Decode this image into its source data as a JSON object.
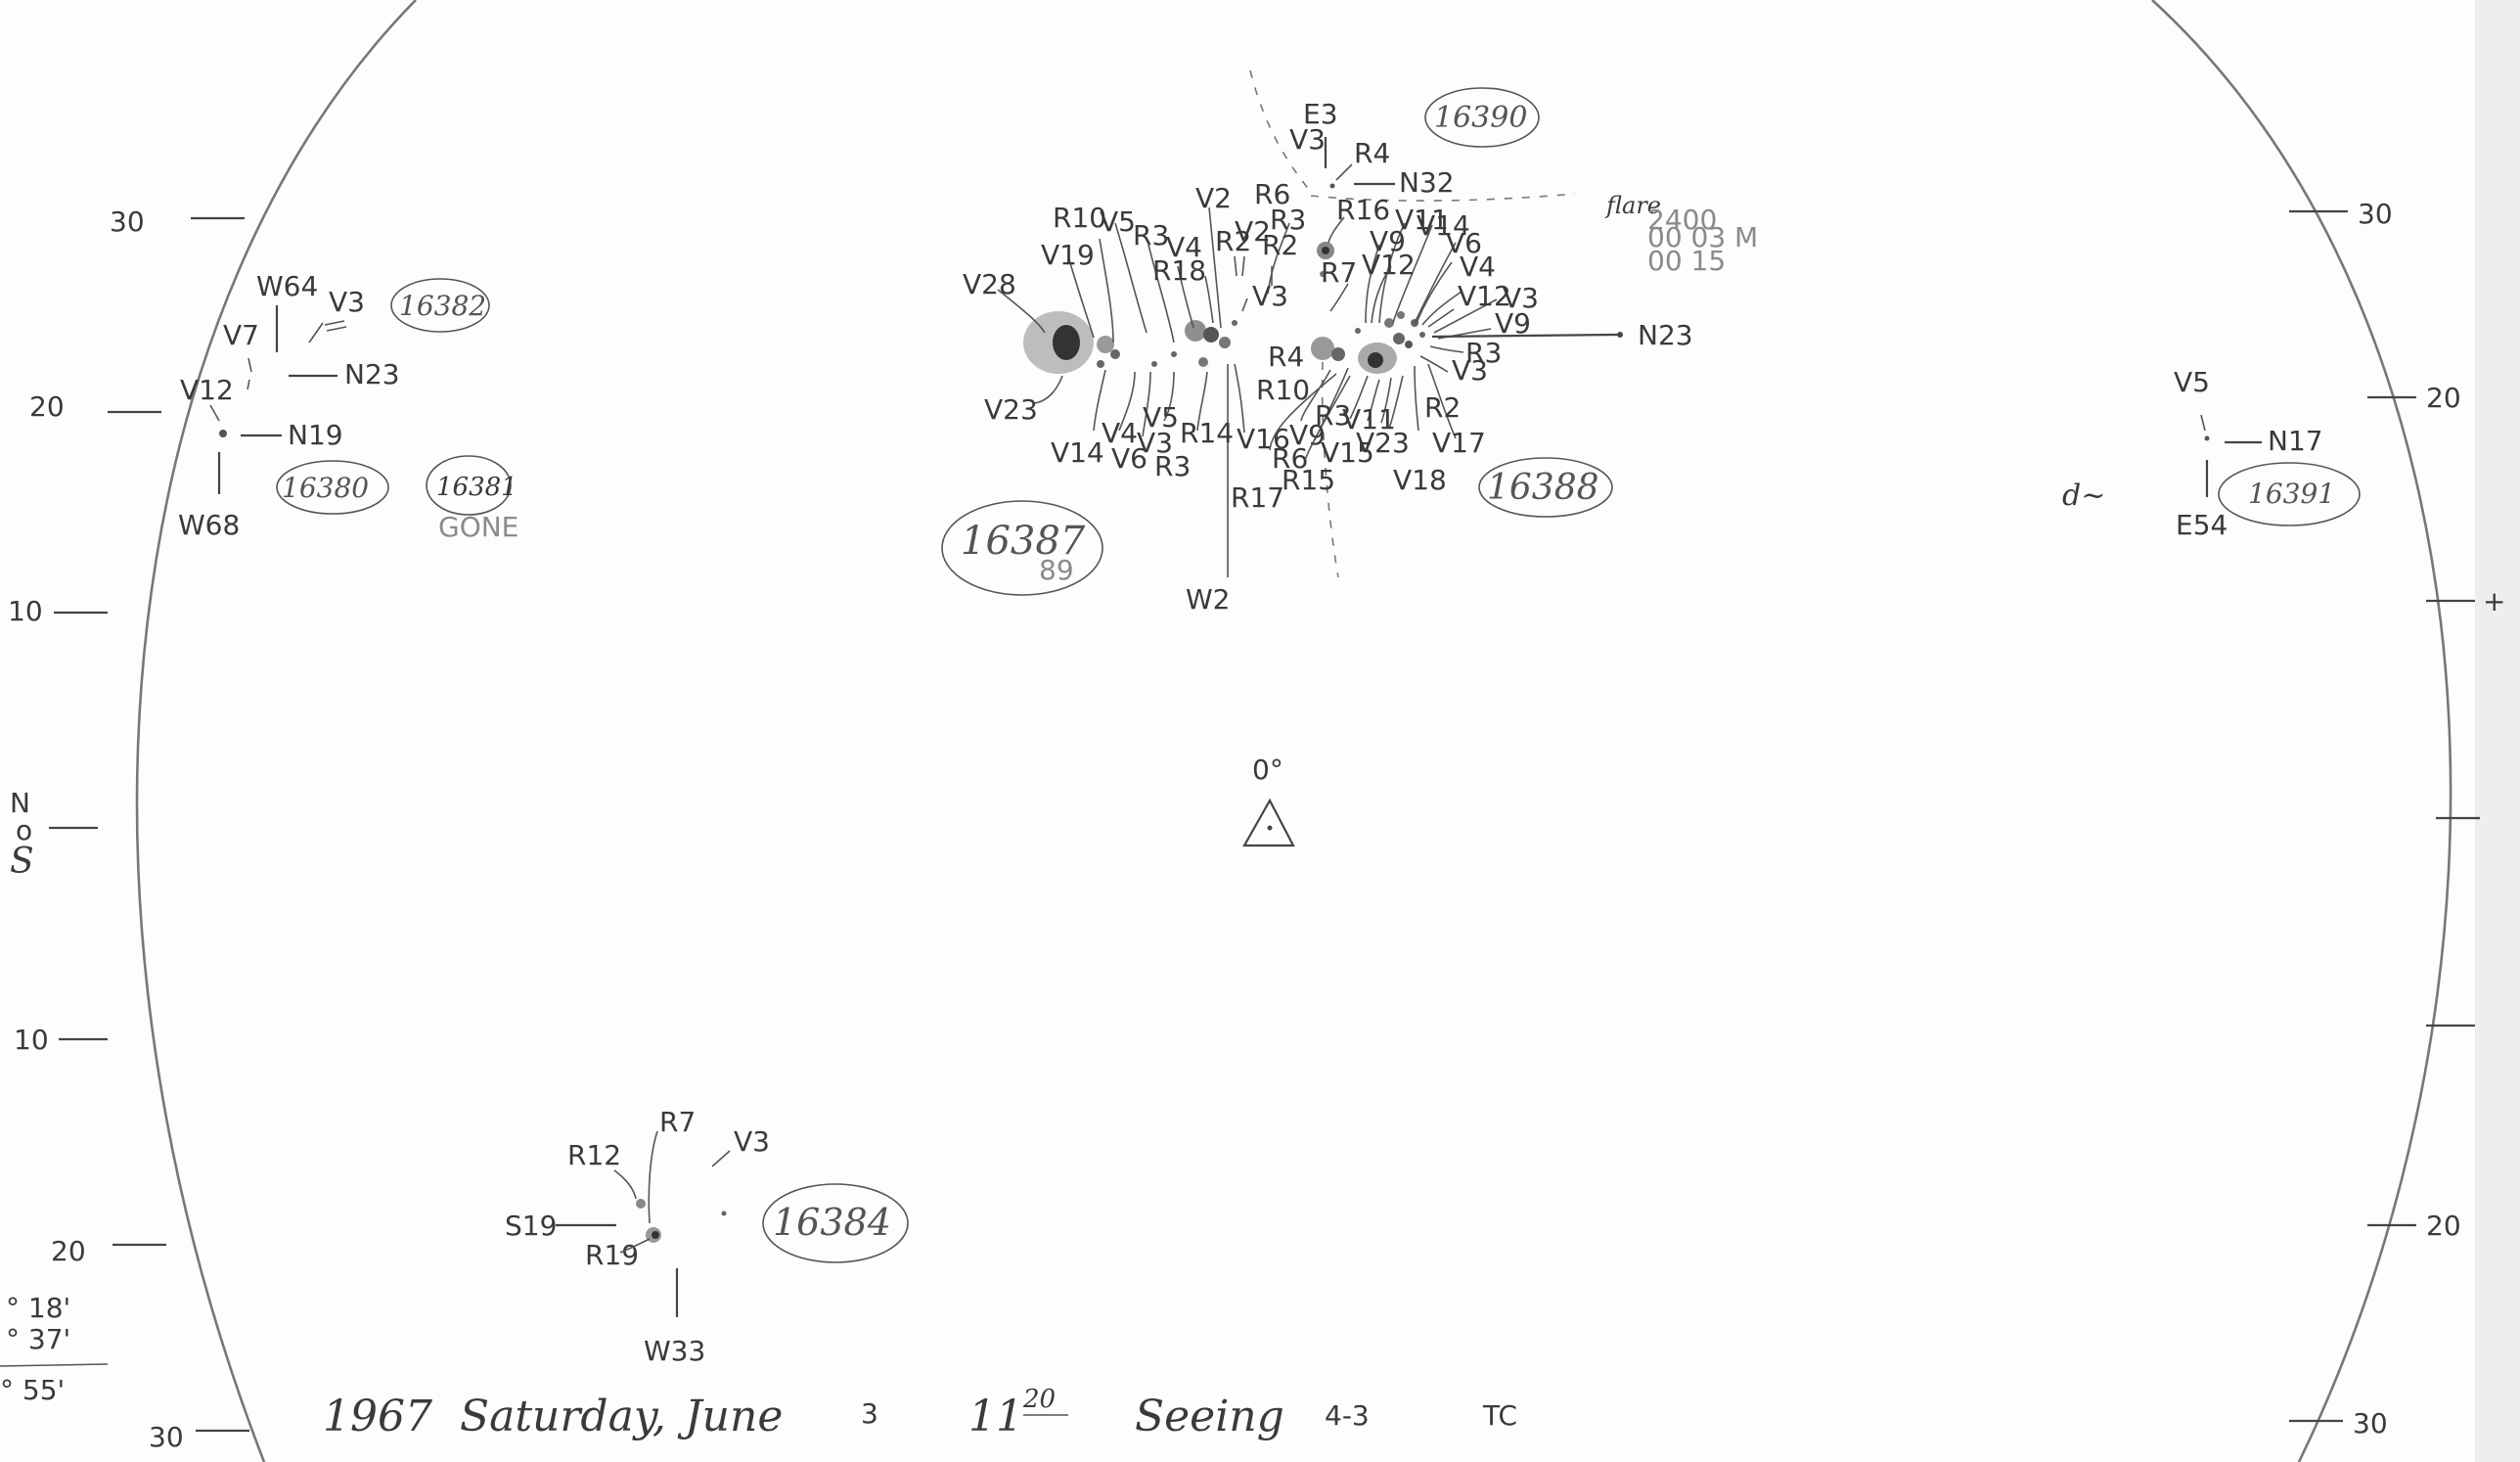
{
  "footer": {
    "year": "1967",
    "day": "Saturday,",
    "month": "June",
    "date": "3",
    "time": "11",
    "time_sup": "20",
    "seeing_label": "Seeing",
    "seeing_value": "4-3",
    "observer": "TC"
  },
  "scale": {
    "left": [
      "30",
      "20",
      "10",
      "N",
      "o",
      "S",
      "10",
      "20",
      "30"
    ],
    "right": [
      "30",
      "20",
      "+",
      "20",
      "30"
    ]
  },
  "center": {
    "label": "0°"
  },
  "corner_angles": [
    "° 18'",
    "° 37'",
    "° 55'"
  ],
  "regions": {
    "r16382": {
      "number": "16382",
      "labels": [
        "W64",
        "V3",
        "V7",
        "N23",
        "V12",
        "N19",
        "W68"
      ]
    },
    "r16380": {
      "number": "16380"
    },
    "r16381": {
      "number": "16381",
      "note": "GONE"
    },
    "r16387": {
      "number": "16387",
      "sub": "89",
      "labels": [
        "V28",
        "V19",
        "R10",
        "V5",
        "R3",
        "V4",
        "R18",
        "V2",
        "R2",
        "V2",
        "R6",
        "R3",
        "R2",
        "V3",
        "V23",
        "V14",
        "V4",
        "V6",
        "V3",
        "V5",
        "R14",
        "R3",
        "V16",
        "R17",
        "W2"
      ]
    },
    "r16390": {
      "number": "16390",
      "labels": [
        "E3",
        "V3",
        "R4",
        "N32"
      ]
    },
    "r16388": {
      "number": "16388",
      "labels": [
        "R16",
        "V11",
        "V14",
        "V9",
        "V12",
        "R7",
        "V6",
        "V4",
        "V12",
        "V3",
        "V9",
        "N23",
        "R3",
        "V3",
        "R4",
        "R10",
        "R2",
        "V9",
        "R3",
        "V11",
        "V17",
        "R6",
        "V15",
        "V23",
        "V18",
        "R15"
      ]
    },
    "flare": {
      "lines": [
        "flare",
        "2400",
        "00 03 M",
        "00 15"
      ]
    },
    "r16391": {
      "number": "16391",
      "labels": [
        "V5",
        "N17",
        "E54",
        "d~"
      ]
    },
    "r16384": {
      "number": "16384",
      "labels": [
        "R7",
        "V3",
        "R12",
        "S19",
        "R19",
        "W33"
      ]
    }
  }
}
